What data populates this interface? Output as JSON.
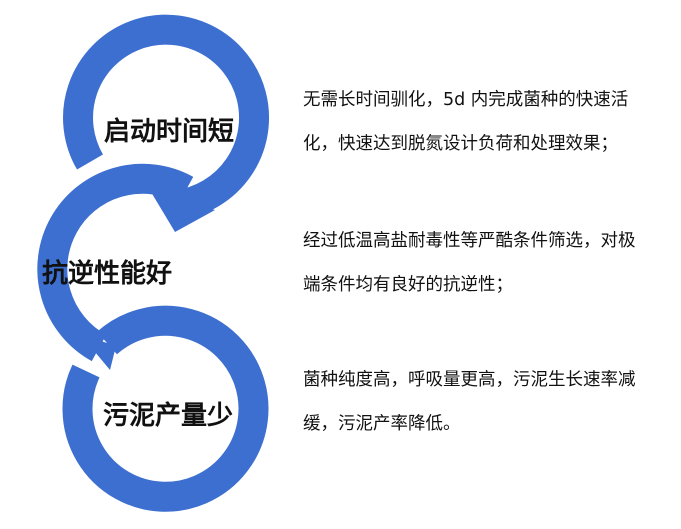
{
  "colors": {
    "ring": "#3c6fcf",
    "text": "#111111",
    "background": "#ffffff"
  },
  "items": [
    {
      "title": "启动时间短",
      "lines": [
        "无需长时间驯化，5d 内完成菌种的快速活",
        "化，快速达到脱氮设计负荷和处理效果；"
      ]
    },
    {
      "title": "抗逆性能好",
      "lines": [
        "经过低温高盐耐毒性等严酷条件筛选，对极",
        "端条件均有良好的抗逆性；"
      ]
    },
    {
      "title": "污泥产量少",
      "lines": [
        "菌种纯度高，呼吸量更高，污泥生长速率减",
        "缓，污泥产率降低。"
      ]
    }
  ]
}
